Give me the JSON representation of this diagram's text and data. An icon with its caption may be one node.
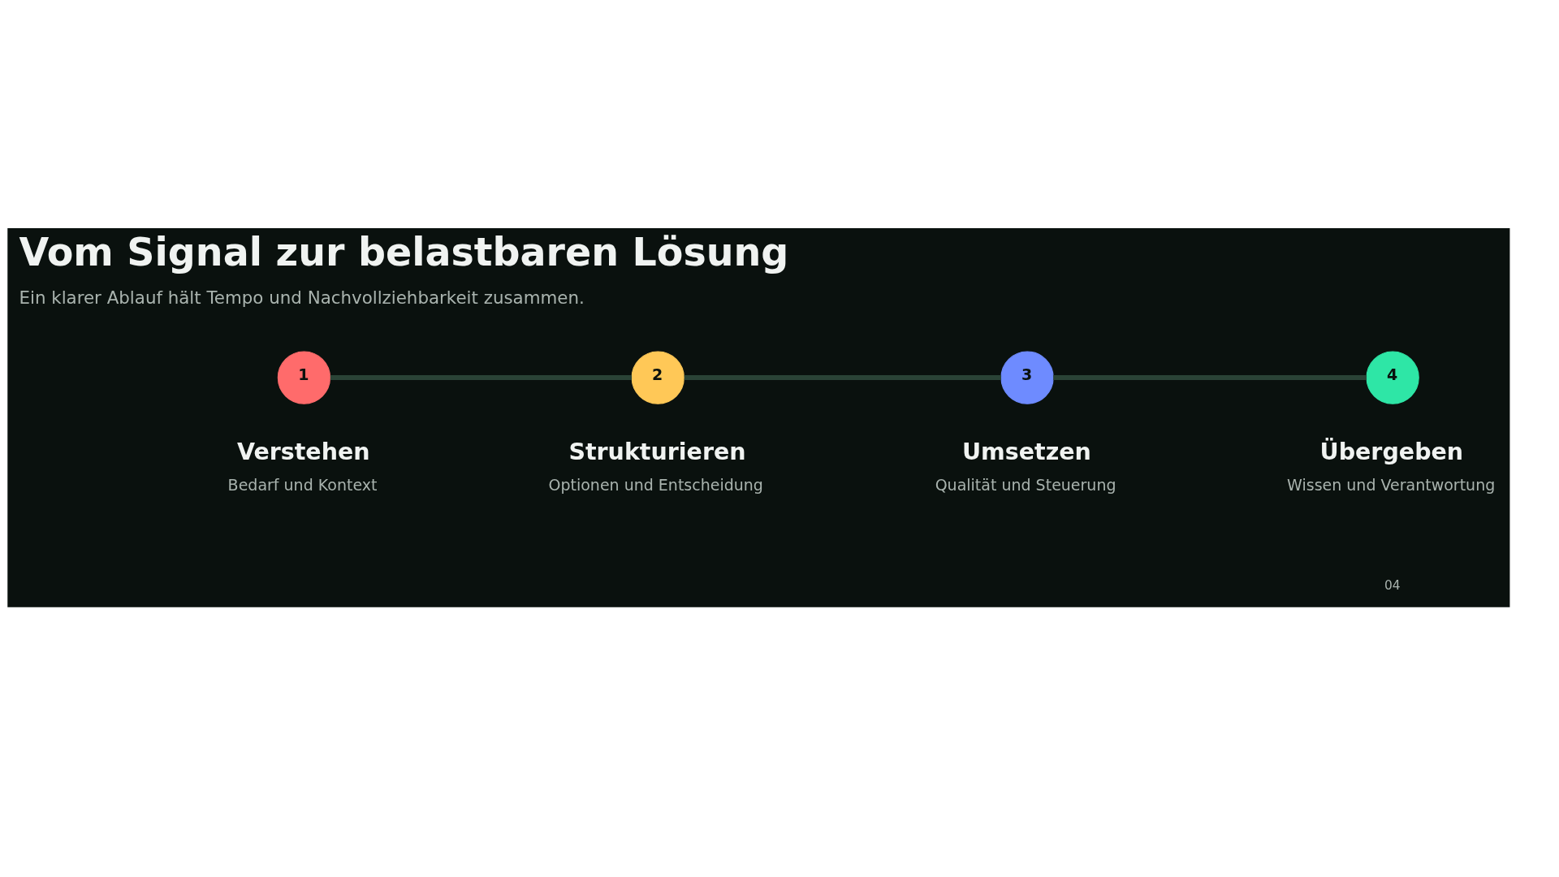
{
  "diagram": {
    "title": "Vom Signal zur belastbaren Lösung",
    "nodes": [
      {
        "text": [
          "1"
        ],
        "beside": [
          "Verstehen",
          "Bedarf und Kontext"
        ]
      },
      {
        "text": [
          "2"
        ],
        "beside": [
          "Strukturieren",
          "Optionen und Entscheidung"
        ]
      },
      {
        "text": [
          "3"
        ],
        "beside": [
          "Umsetzen",
          "Qualität und Steuerung"
        ]
      },
      {
        "text": [
          "4"
        ],
        "beside": [
          "Übergeben",
          "Wissen und Verantwortung"
        ]
      }
    ],
    "edges": [
      {
        "from": 0,
        "to": 1,
        "arrow": "none"
      },
      {
        "from": 1,
        "to": 2,
        "arrow": "none"
      },
      {
        "from": 2,
        "to": 3,
        "arrow": "none"
      }
    ],
    "labels": [
      "Ein klarer Ablauf hält Tempo und Nachvollziehbarkeit zusammen.",
      "04"
    ]
  }
}
